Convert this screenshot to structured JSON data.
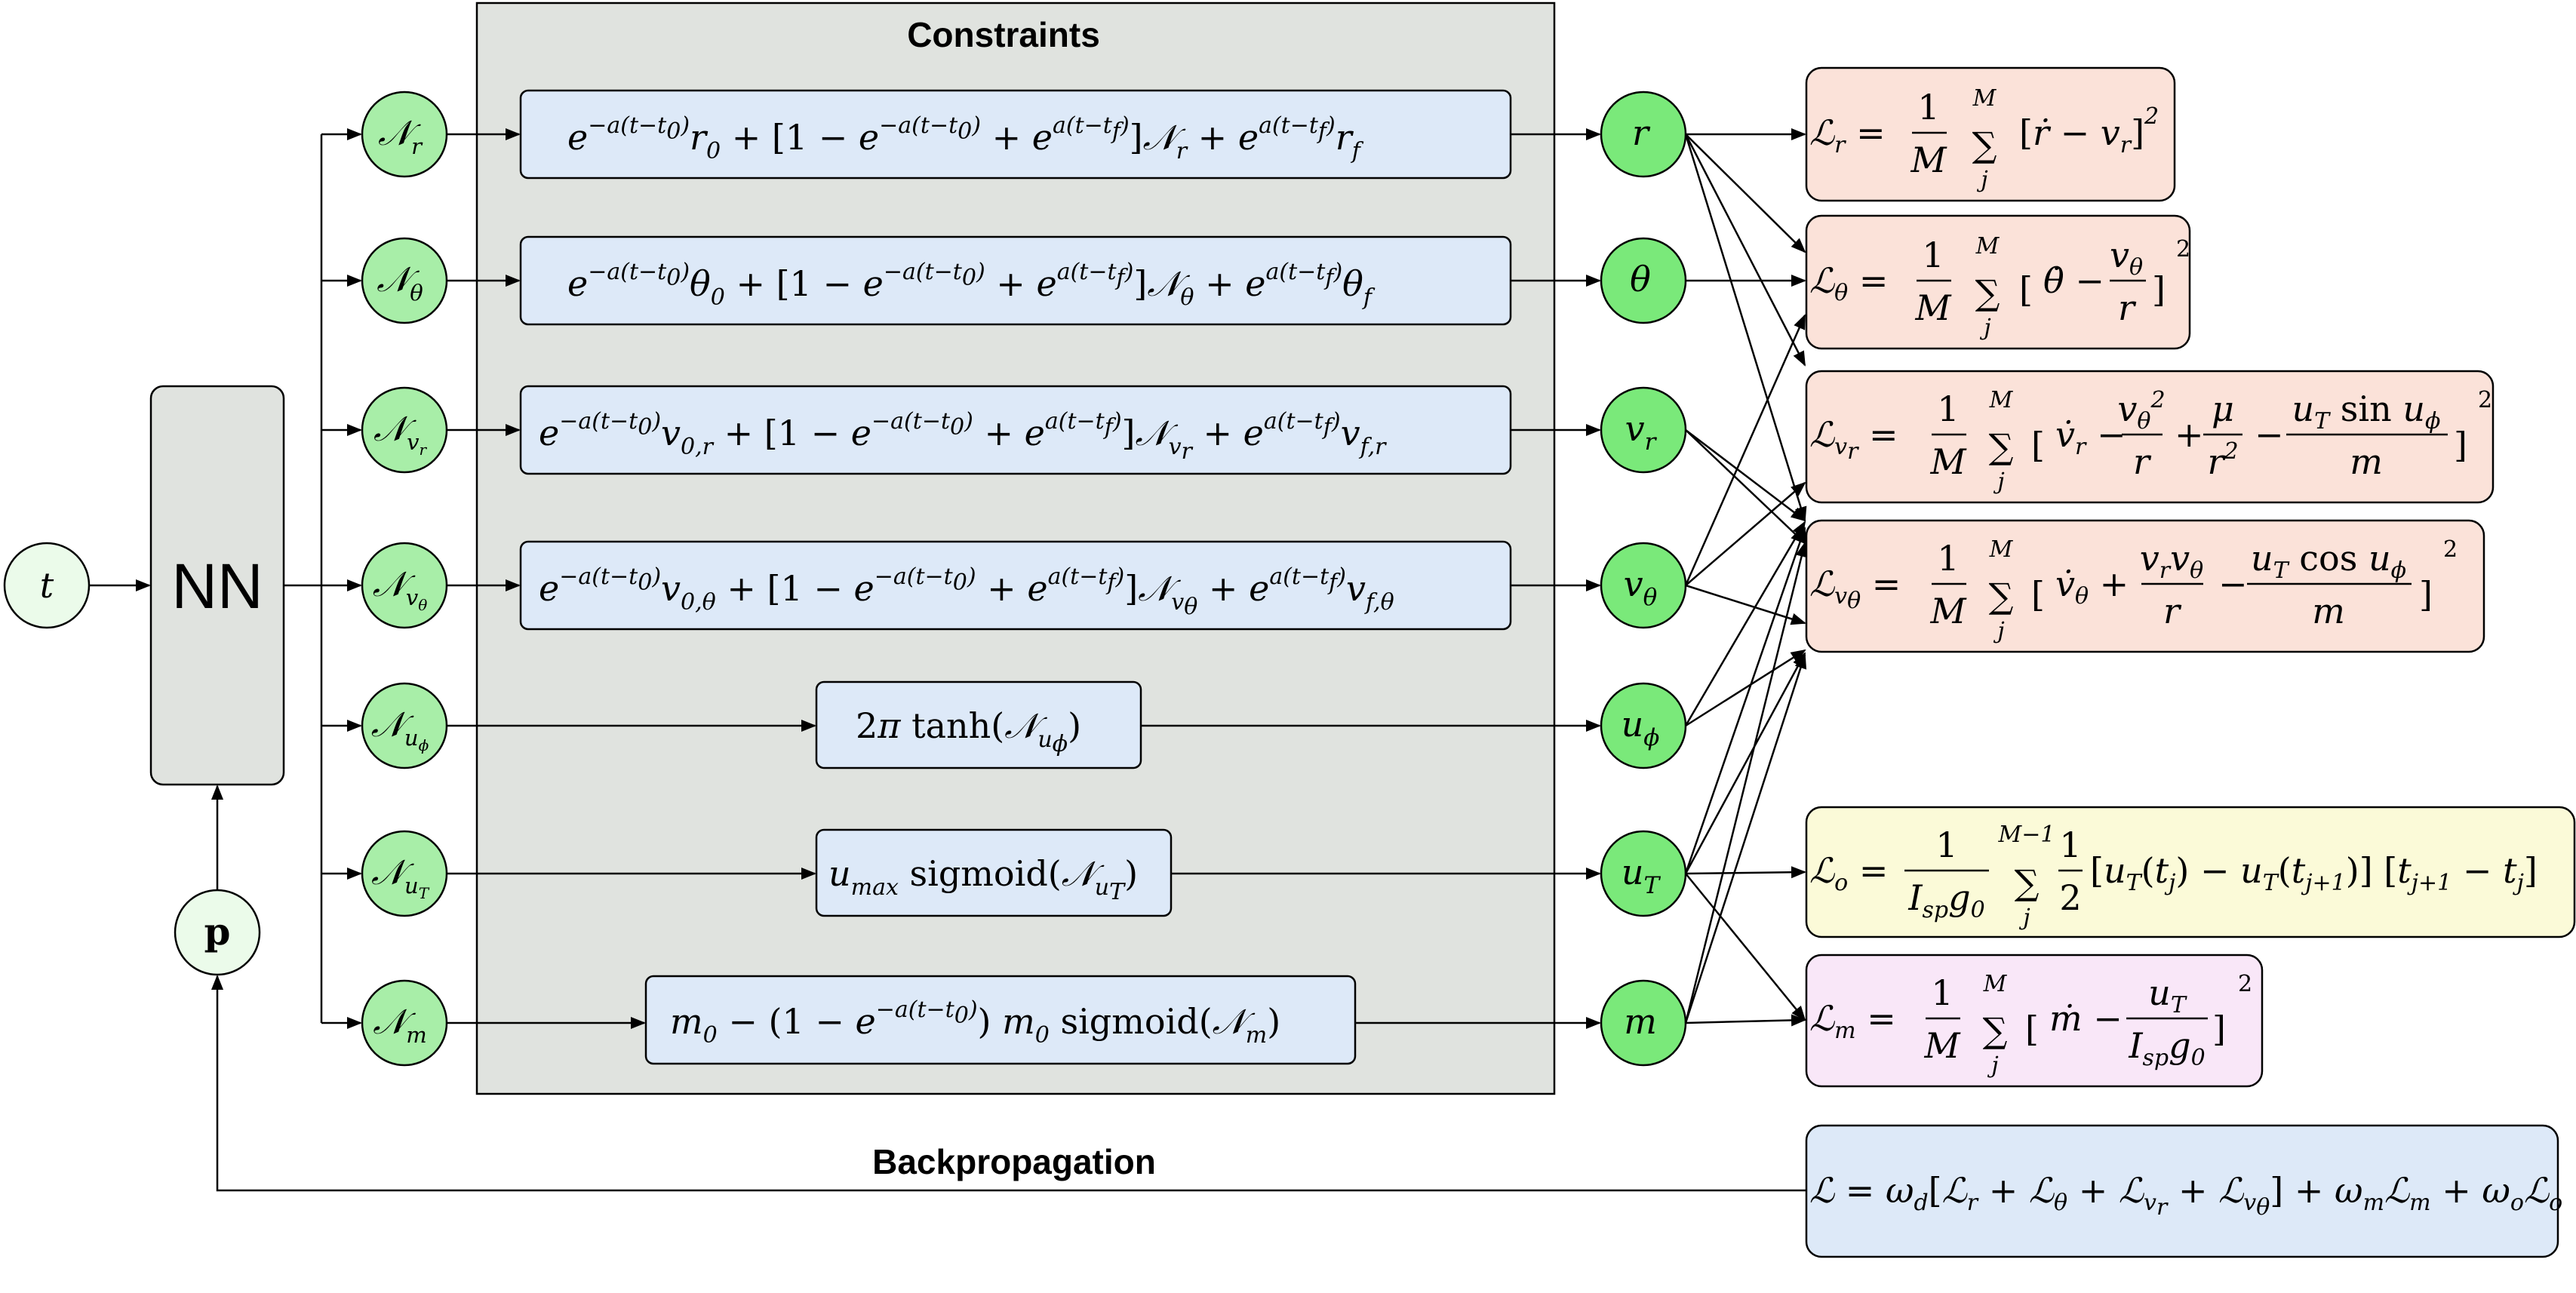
{
  "title_constraints": "Constraints",
  "title_backprop": "Backpropagation",
  "nn_label": "NN",
  "input_t": "t",
  "input_p": "p",
  "network_outputs": [
    {
      "sym": "𝒩",
      "sub": "r"
    },
    {
      "sym": "𝒩",
      "sub": "θ"
    },
    {
      "sym": "𝒩",
      "sub": "v",
      "subsub": "r"
    },
    {
      "sym": "𝒩",
      "sub": "v",
      "subsub": "θ"
    },
    {
      "sym": "𝒩",
      "sub": "u",
      "subsub": "ϕ"
    },
    {
      "sym": "𝒩",
      "sub": "u",
      "subsub": "T"
    },
    {
      "sym": "𝒩",
      "sub": "m"
    }
  ],
  "state_outputs": [
    {
      "sym": "r"
    },
    {
      "sym": "θ"
    },
    {
      "sym": "v",
      "sub": "r"
    },
    {
      "sym": "v",
      "sub": "θ"
    },
    {
      "sym": "u",
      "sub": "ϕ"
    },
    {
      "sym": "u",
      "sub": "T"
    },
    {
      "sym": "m"
    }
  ],
  "constraint_formulas": {
    "exp_neg": "−a(t−t",
    "exp_pos": "a(t−t",
    "r_init": "r",
    "r_final": "r",
    "theta_init": "θ",
    "theta_final": "θ",
    "vr_init": "v",
    "vr_init_sub": "0,r",
    "vr_final": "v",
    "vr_final_sub": "f,r",
    "vt_init": "v",
    "vt_init_sub": "0,θ",
    "vt_final": "v",
    "vt_final_sub": "f,θ",
    "uphi": "2π tanh(",
    "ut_umax": "u",
    "ut_umax_sub": "max",
    "ut_sig": "sigmoid(",
    "m_m0": "m",
    "m_sig": "sigmoid("
  },
  "loss_labels": {
    "L_r": "r",
    "L_theta": "θ",
    "L_vr": "v",
    "L_vtheta": "v",
    "L_o": "o",
    "L_m": "m"
  },
  "total_loss": {
    "text_wd": "ω",
    "text_wm": "ω",
    "text_wo": "ω"
  },
  "colors": {
    "panel": "#e0e3df",
    "formula_box": "#dde9f8",
    "node_green": "#a8eea8",
    "node_light": "#ebfbea",
    "output_green": "#7ae97a",
    "loss_red": "#fbe2d9",
    "loss_yellow": "#fbfad8",
    "loss_pink": "#f9e7f8",
    "loss_total": "#dde9f8"
  }
}
